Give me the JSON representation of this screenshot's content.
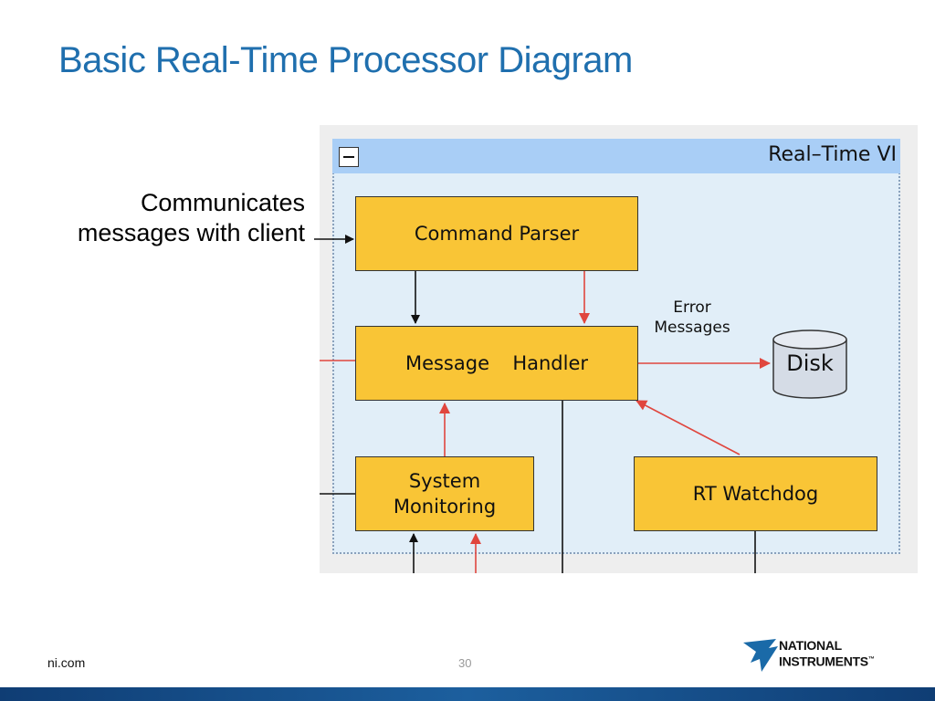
{
  "slide": {
    "title": "Basic Real-Time Processor Diagram",
    "side_note_lines": [
      "Communicates",
      "messages with client"
    ]
  },
  "diagram": {
    "container_label": "Real–Time VI",
    "blocks": {
      "command_parser": "Command Parser",
      "message_handler": "Message  Handler",
      "system_monitoring": [
        "System",
        "Monitoring"
      ],
      "rt_watchdog": "RT Watchdog"
    },
    "disk_label": "Disk",
    "error_label": [
      "Error",
      "Messages"
    ],
    "icons": [
      "collapse-icon",
      "disk-icon"
    ],
    "colors": {
      "block_fill": "#f9c536",
      "frame_fill": "#e1eef8",
      "header_fill": "#a9cef6",
      "error_wire": "#e0463e",
      "data_wire": "#111111"
    }
  },
  "footer": {
    "url": "ni.com",
    "page_number": "30",
    "logo_lines": [
      "NATIONAL",
      "INSTRUMENTS"
    ],
    "logo_trademark": "™"
  }
}
